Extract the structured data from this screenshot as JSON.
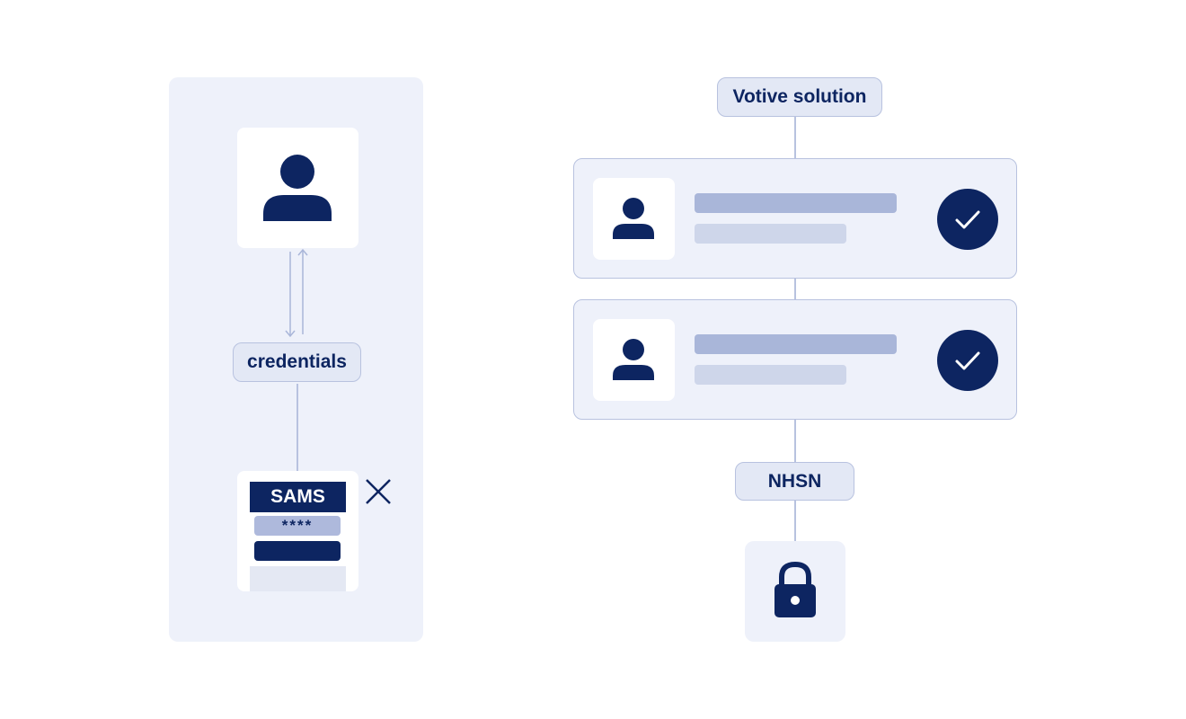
{
  "left": {
    "credentials_label": "credentials",
    "sams": {
      "title": "SAMS",
      "password_mask": "****"
    },
    "icons": {
      "user": "user-icon",
      "arrows": "bidirectional-arrow-icon",
      "reject": "close-x-icon"
    }
  },
  "right": {
    "top_label": "Votive solution",
    "rows": [
      {
        "icon": "user-icon",
        "status": "check-icon"
      },
      {
        "icon": "user-icon",
        "status": "check-icon"
      }
    ],
    "bottom_label": "NHSN",
    "lock_icon": "lock-icon"
  },
  "colors": {
    "navy": "#0d2561",
    "panel": "#eef1fa",
    "border": "#b8c2df",
    "bar_dark": "#a9b6d9",
    "bar_light": "#ced6ea"
  }
}
